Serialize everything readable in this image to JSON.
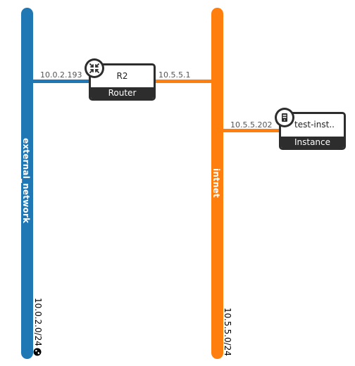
{
  "colors": {
    "external_network": "#1f77b4",
    "intnet": "#ff7f0e",
    "node_dark": "#2d2d2d"
  },
  "networks": {
    "external": {
      "name": "external_network",
      "cidr": "10.0.2.0/24",
      "globe_icon": "globe-icon"
    },
    "internal": {
      "name": "intnet",
      "cidr": "10.5.5.0/24"
    }
  },
  "router": {
    "name": "R2",
    "type_label": "Router",
    "icon": "router-icon",
    "ip_external": "10.0.2.193",
    "ip_internal": "10.5.5.1"
  },
  "instance": {
    "name": "test-inst..",
    "type_label": "Instance",
    "icon": "server-icon",
    "ip": "10.5.5.202"
  }
}
